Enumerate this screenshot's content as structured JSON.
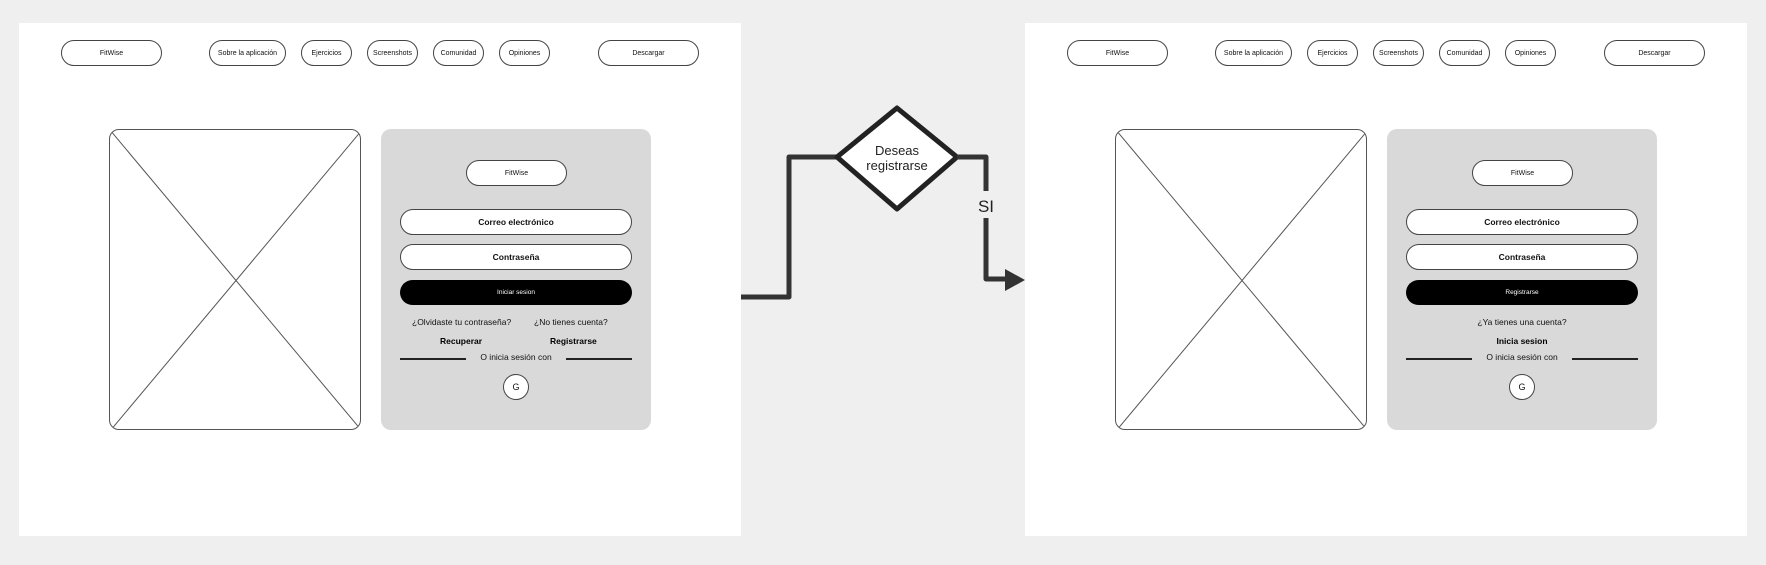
{
  "nav": {
    "logo": "FitWise",
    "items": [
      "Sobre la aplicación",
      "Ejercicios",
      "Screenshots",
      "Comunidad",
      "Opiniones"
    ],
    "download": "Descargar"
  },
  "login_screen": {
    "logo": "FitWise",
    "email_placeholder": "Correo electrónico",
    "password_placeholder": "Contraseña",
    "primary_button": "Iniciar sesion",
    "forgot_question": "¿Olvidaste tu contraseña?",
    "forgot_action": "Recuperar",
    "no_account_question": "¿No tienes cuenta?",
    "no_account_action": "Registrarse",
    "divider": "O inicia sesión con",
    "google": "G"
  },
  "register_screen": {
    "logo": "FitWise",
    "email_placeholder": "Correo electrónico",
    "password_placeholder": "Contraseña",
    "primary_button": "Registrarse",
    "have_account_question": "¿Ya tienes una cuenta?",
    "have_account_action": "Inicia sesion",
    "divider": "O inicia sesión con",
    "google": "G"
  },
  "flow": {
    "decision_line1": "Deseas",
    "decision_line2": "registrarse",
    "yes_label": "SI"
  }
}
